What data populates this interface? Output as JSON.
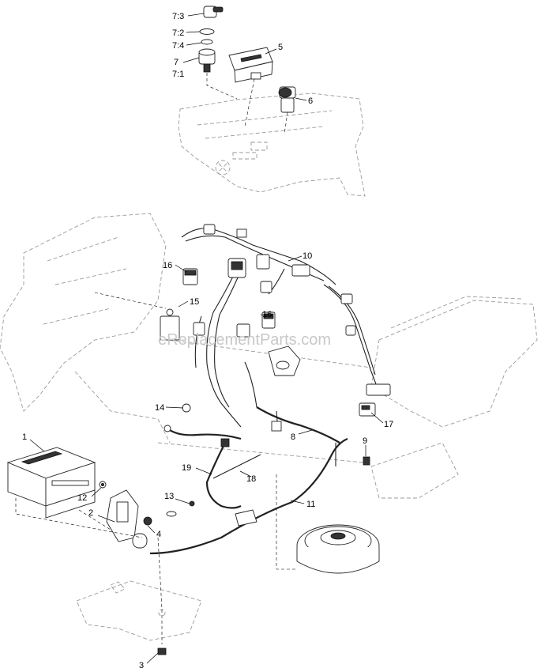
{
  "watermark": "eReplacementParts.com",
  "callouts": {
    "c1": "1",
    "c2": "2",
    "c3": "3",
    "c4": "4",
    "c5": "5",
    "c6": "6",
    "c7": "7",
    "c7_1": "7:1",
    "c7_2": "7:2",
    "c7_3": "7:3",
    "c7_4": "7:4",
    "c8": "8",
    "c9": "9",
    "c10": "10",
    "c11": "11",
    "c12": "12",
    "c13": "13",
    "c14": "14",
    "c15": "15",
    "c16a": "16",
    "c16b": "16",
    "c17": "17",
    "c18": "18",
    "c19": "19"
  }
}
